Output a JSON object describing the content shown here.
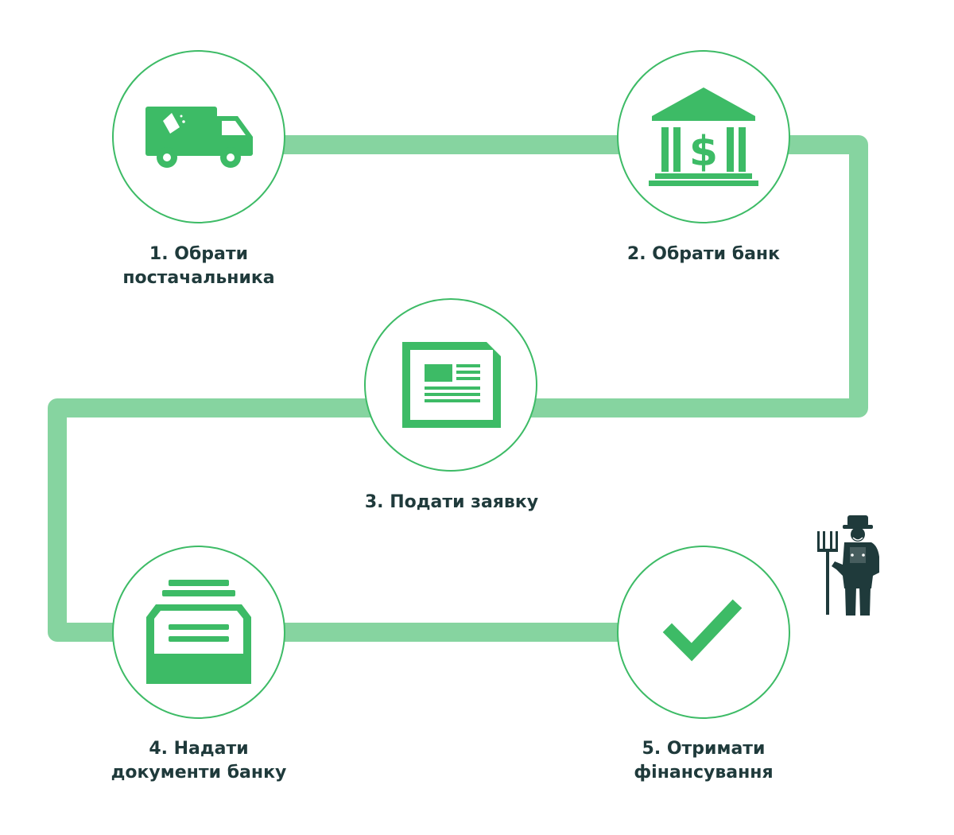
{
  "steps": [
    {
      "icon": "delivery-truck-icon",
      "lines": [
        "1. Обрати",
        "постачальника"
      ]
    },
    {
      "icon": "bank-icon",
      "lines": [
        "2. Обрати банк"
      ]
    },
    {
      "icon": "application-form-icon",
      "lines": [
        "3. Подати заявку"
      ]
    },
    {
      "icon": "document-tray-icon",
      "lines": [
        "4. Надати",
        "документи банку"
      ]
    },
    {
      "icon": "checkmark-icon",
      "lines": [
        "5. Отримати",
        "фінансування"
      ]
    }
  ],
  "decoration": {
    "icon": "farmer-with-pitchfork-icon"
  },
  "colors": {
    "path": "#86d4a0",
    "icon": "#3dbb66",
    "circle_border": "#3dbb66",
    "text": "#1f3a3b",
    "farmer": "#1f3a3b"
  }
}
